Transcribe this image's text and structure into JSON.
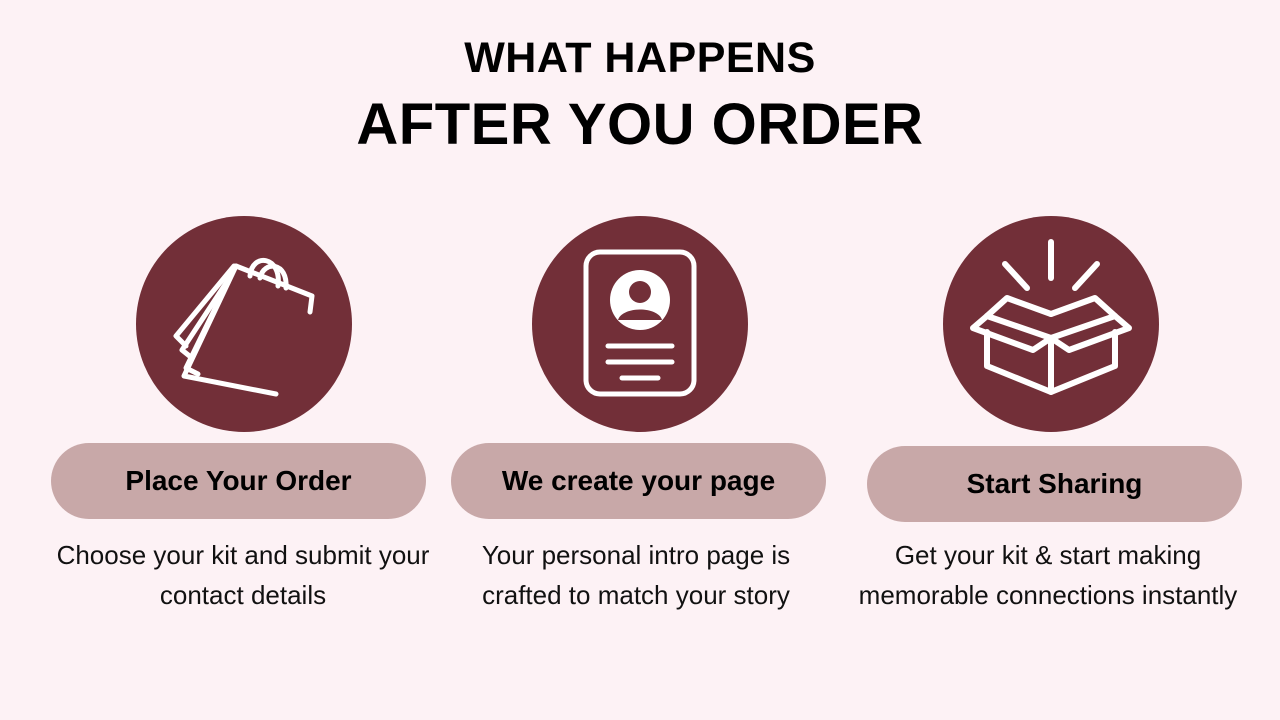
{
  "header": {
    "line1": "WHAT HAPPENS",
    "line2": "AFTER YOU ORDER"
  },
  "colors": {
    "background": "#fdf2f5",
    "circle": "#722f38",
    "pill": "#c8a8a8",
    "icon_stroke": "#ffffff"
  },
  "steps": [
    {
      "icon": "shopping-bag-icon",
      "title": "Place Your Order",
      "description_line1": "Choose your kit and submit your",
      "description_line2": "contact details"
    },
    {
      "icon": "profile-card-icon",
      "title": "We create your page",
      "description_line1": "Your personal intro page is",
      "description_line2": "crafted to match your story"
    },
    {
      "icon": "open-box-icon",
      "title": "Start Sharing",
      "description_line1": "Get your kit & start making",
      "description_line2": "memorable connections instantly"
    }
  ]
}
